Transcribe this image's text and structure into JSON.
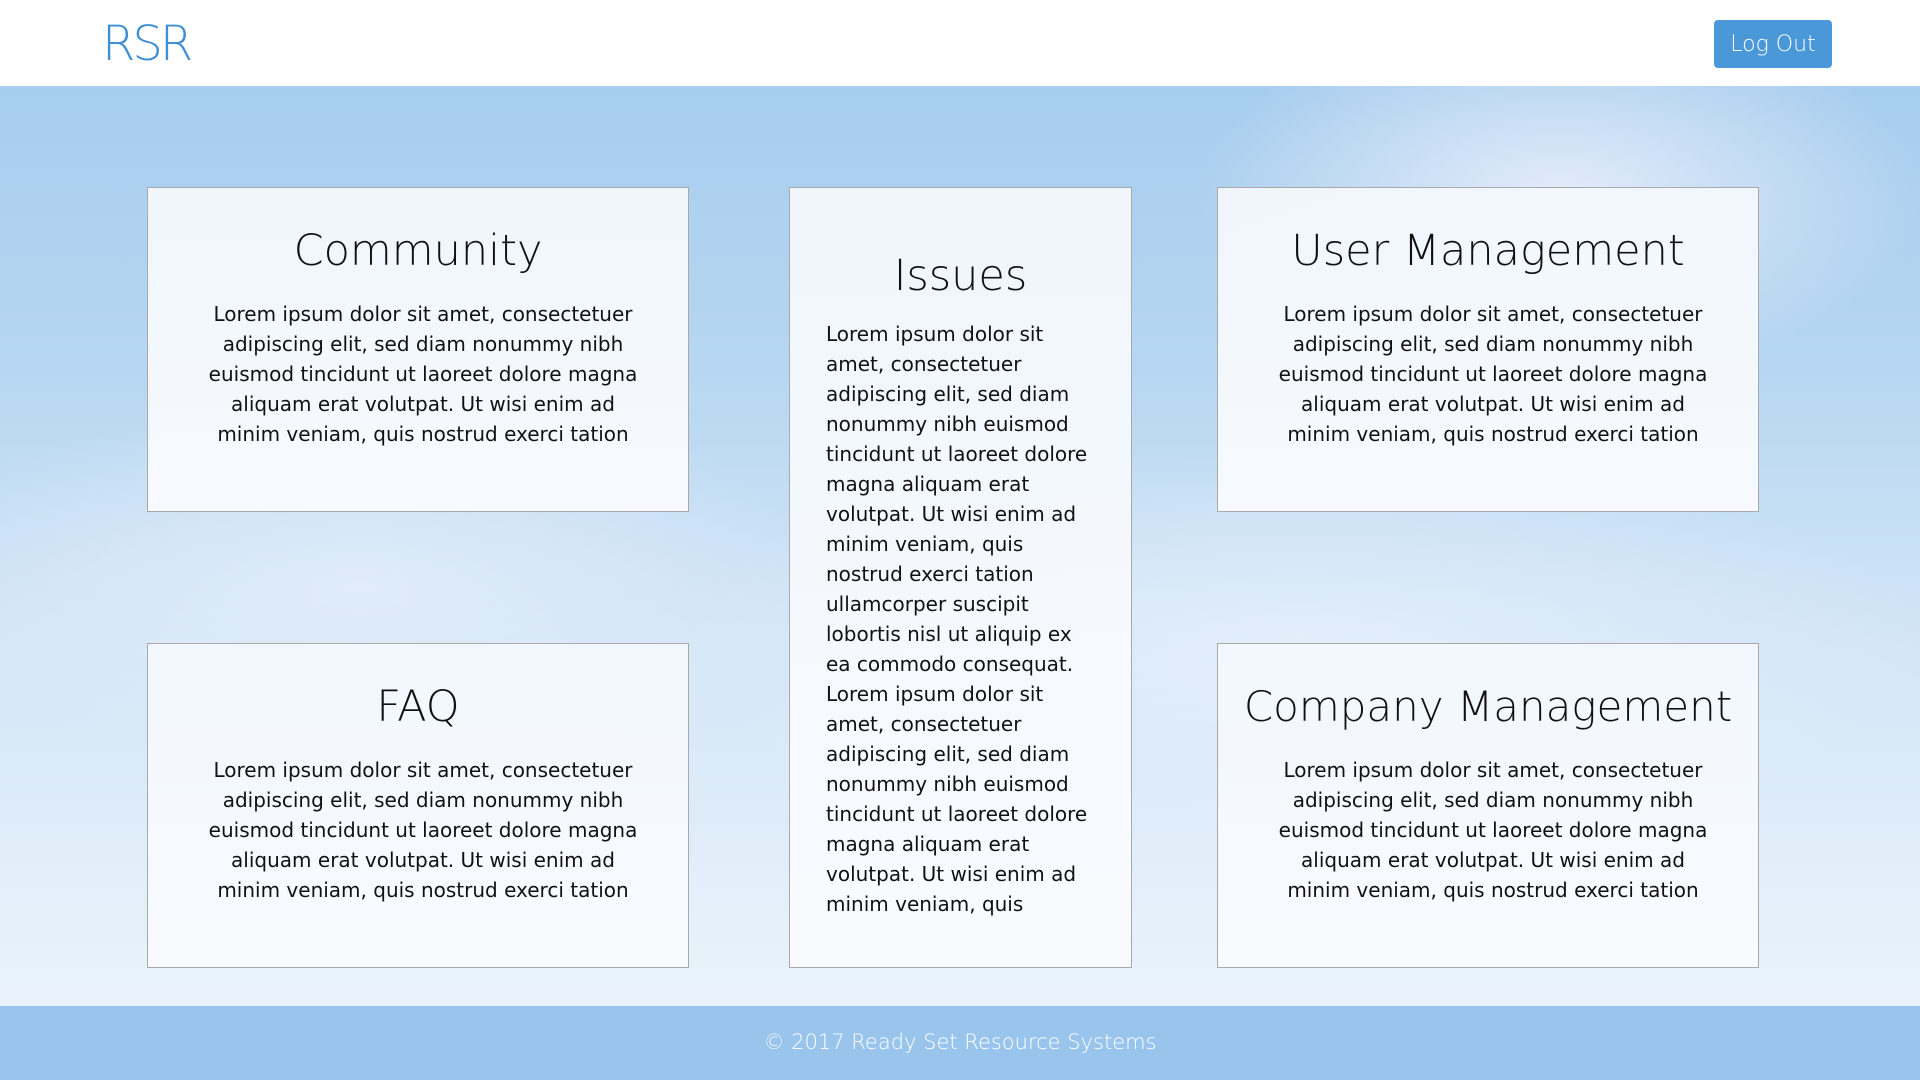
{
  "header": {
    "logo": "RSR",
    "logout_label": "Log Out"
  },
  "cards": {
    "community": {
      "title": "Community",
      "text": "Lorem ipsum dolor sit amet, consectetuer adipiscing elit, sed diam nonummy nibh euismod tincidunt ut laoreet dolore magna aliquam erat volutpat. Ut wisi enim ad minim veniam, quis nostrud exerci tation"
    },
    "issues": {
      "title": "Issues",
      "text": "Lorem ipsum dolor sit amet, consectetuer adipiscing elit, sed diam nonummy nibh euismod tincidunt ut laoreet dolore magna aliquam erat volutpat. Ut wisi enim ad minim veniam, quis nostrud exerci tation ullamcorper suscipit lobortis nisl ut aliquip ex ea commodo consequat. Lorem ipsum dolor sit amet, consectetuer adipiscing elit, sed diam nonummy nibh euismod tincidunt ut laoreet dolore magna aliquam erat volutpat. Ut wisi enim ad minim veniam, quis"
    },
    "user_management": {
      "title": "User Management",
      "text": "Lorem ipsum dolor sit amet, consectetuer adipiscing elit, sed diam nonummy nibh euismod tincidunt ut laoreet dolore magna aliquam erat volutpat. Ut wisi enim ad minim veniam, quis nostrud exerci tation"
    },
    "faq": {
      "title": "FAQ",
      "text": "Lorem ipsum dolor sit amet, consectetuer adipiscing elit, sed diam nonummy nibh euismod tincidunt ut laoreet dolore magna aliquam erat volutpat. Ut wisi enim ad minim veniam, quis nostrud exerci tation"
    },
    "company_management": {
      "title": "Company Management",
      "text": "Lorem ipsum dolor sit amet, consectetuer adipiscing elit, sed diam nonummy nibh euismod tincidunt ut laoreet dolore magna aliquam erat volutpat. Ut wisi enim ad minim veniam, quis nostrud exerci tation"
    }
  },
  "footer": {
    "copyright": "© 2017 Ready Set Resource Systems"
  },
  "colors": {
    "brand": "#3f8fd6",
    "button": "#4a98d8",
    "footer_bg": "#99c5ec"
  }
}
